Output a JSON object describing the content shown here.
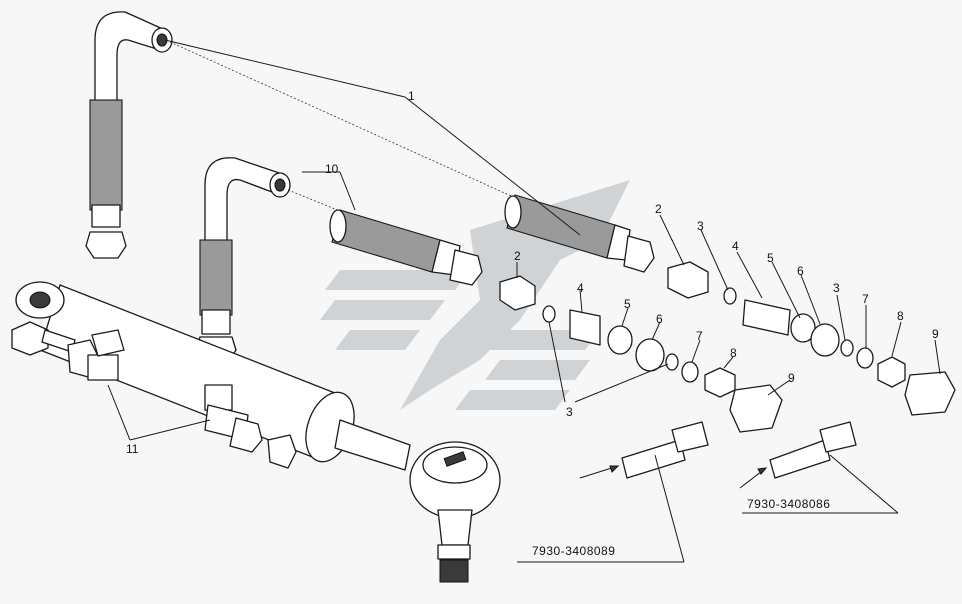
{
  "colors": {
    "background": "#f7f7f7",
    "line": "#1a1a1a",
    "watermark": "#cfd3d6",
    "shade": "#9a9a9a"
  },
  "callouts": {
    "c1": "1",
    "c2a": "2",
    "c2b": "2",
    "c3a": "3",
    "c3b": "3",
    "c3c": "3",
    "c4a": "4",
    "c4b": "4",
    "c5a": "5",
    "c5b": "5",
    "c6a": "6",
    "c6b": "6",
    "c7a": "7",
    "c7b": "7",
    "c8a": "8",
    "c8b": "8",
    "c9a": "9",
    "c9b": "9",
    "c10": "10",
    "c11": "11"
  },
  "part_codes": {
    "left": "7930-3408089",
    "right": "7930-3408086"
  },
  "icons": {
    "watermark": "manufacturer-logo-watermark"
  }
}
